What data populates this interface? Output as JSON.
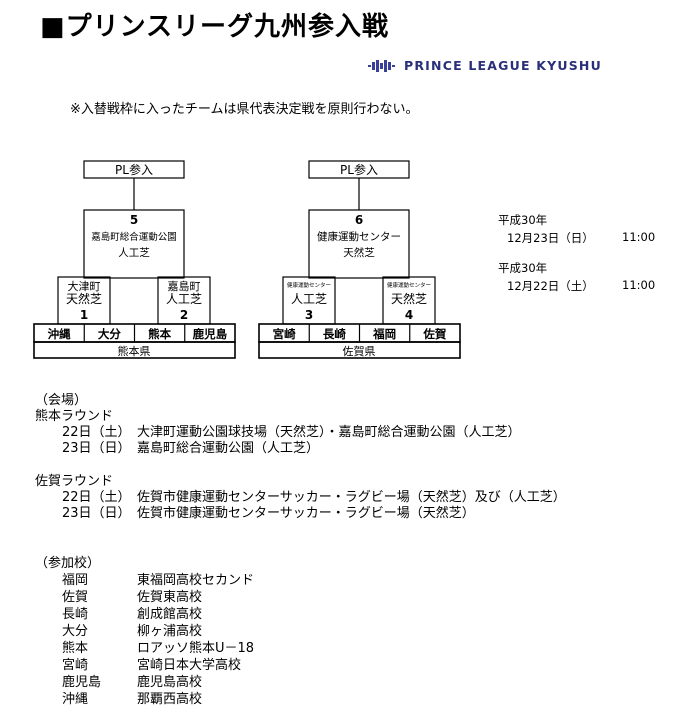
{
  "title": "■プリンスリーグ九州参入戦",
  "logo": {
    "text": "PRINCE LEAGUE KYUSHU",
    "icon": "crown-emblem-icon",
    "color": "#2a2f7a"
  },
  "note": "※入替戦枠に入ったチームは県代表決定戦を原則行わない。",
  "brackets": [
    {
      "top_label": "PL参入",
      "final": {
        "number": "5",
        "venue": "嘉島町総合運動公園",
        "surface": "人工芝"
      },
      "semis": [
        {
          "venue": "大津町",
          "surface": "天然芝",
          "number": "1"
        },
        {
          "venue": "嘉島町",
          "surface": "人工芝",
          "number": "2"
        }
      ],
      "teams": [
        "沖縄",
        "大分",
        "熊本",
        "鹿児島"
      ],
      "region": "熊本県"
    },
    {
      "top_label": "PL参入",
      "final": {
        "number": "6",
        "venue": "健康運動センター",
        "surface": "天然芝"
      },
      "semis": [
        {
          "venue": "健康運動センター",
          "surface": "人工芝",
          "number": "3"
        },
        {
          "venue": "健康運動センター",
          "surface": "天然芝",
          "number": "4"
        }
      ],
      "teams": [
        "宮崎",
        "長崎",
        "福岡",
        "佐賀"
      ],
      "region": "佐賀県"
    }
  ],
  "schedule": [
    {
      "year": "平成30年",
      "date": "12月23日（日）",
      "time": "11:00"
    },
    {
      "year": "平成30年",
      "date": "12月22日（土）",
      "time": "11:00"
    }
  ],
  "venues": {
    "heading": "（会場）",
    "rounds": [
      {
        "name": "熊本ラウンド",
        "rows": [
          {
            "date": "22日（土）",
            "place": "大津町運動公園球技場（天然芝）・嘉島町総合運動公園（人工芝）"
          },
          {
            "date": "23日（日）",
            "place": "嘉島町総合運動公園（人工芝）"
          }
        ]
      },
      {
        "name": "佐賀ラウンド",
        "rows": [
          {
            "date": "22日（土）",
            "place": "佐賀市健康運動センターサッカー・ラグビー場（天然芝）及び（人工芝）"
          },
          {
            "date": "23日（日）",
            "place": "佐賀市健康運動センターサッカー・ラグビー場（天然芝）"
          }
        ]
      }
    ]
  },
  "participants": {
    "heading": "（参加校）",
    "rows": [
      {
        "pref": "福岡",
        "school": "東福岡高校セカンド"
      },
      {
        "pref": "佐賀",
        "school": "佐賀東高校"
      },
      {
        "pref": "長崎",
        "school": "創成館高校"
      },
      {
        "pref": "大分",
        "school": "柳ヶ浦高校"
      },
      {
        "pref": "熊本",
        "school": "ロアッソ熊本U－18"
      },
      {
        "pref": "宮崎",
        "school": "宮崎日本大学高校"
      },
      {
        "pref": "鹿児島",
        "school": "鹿児島高校"
      },
      {
        "pref": "沖縄",
        "school": "那覇西高校"
      }
    ]
  }
}
